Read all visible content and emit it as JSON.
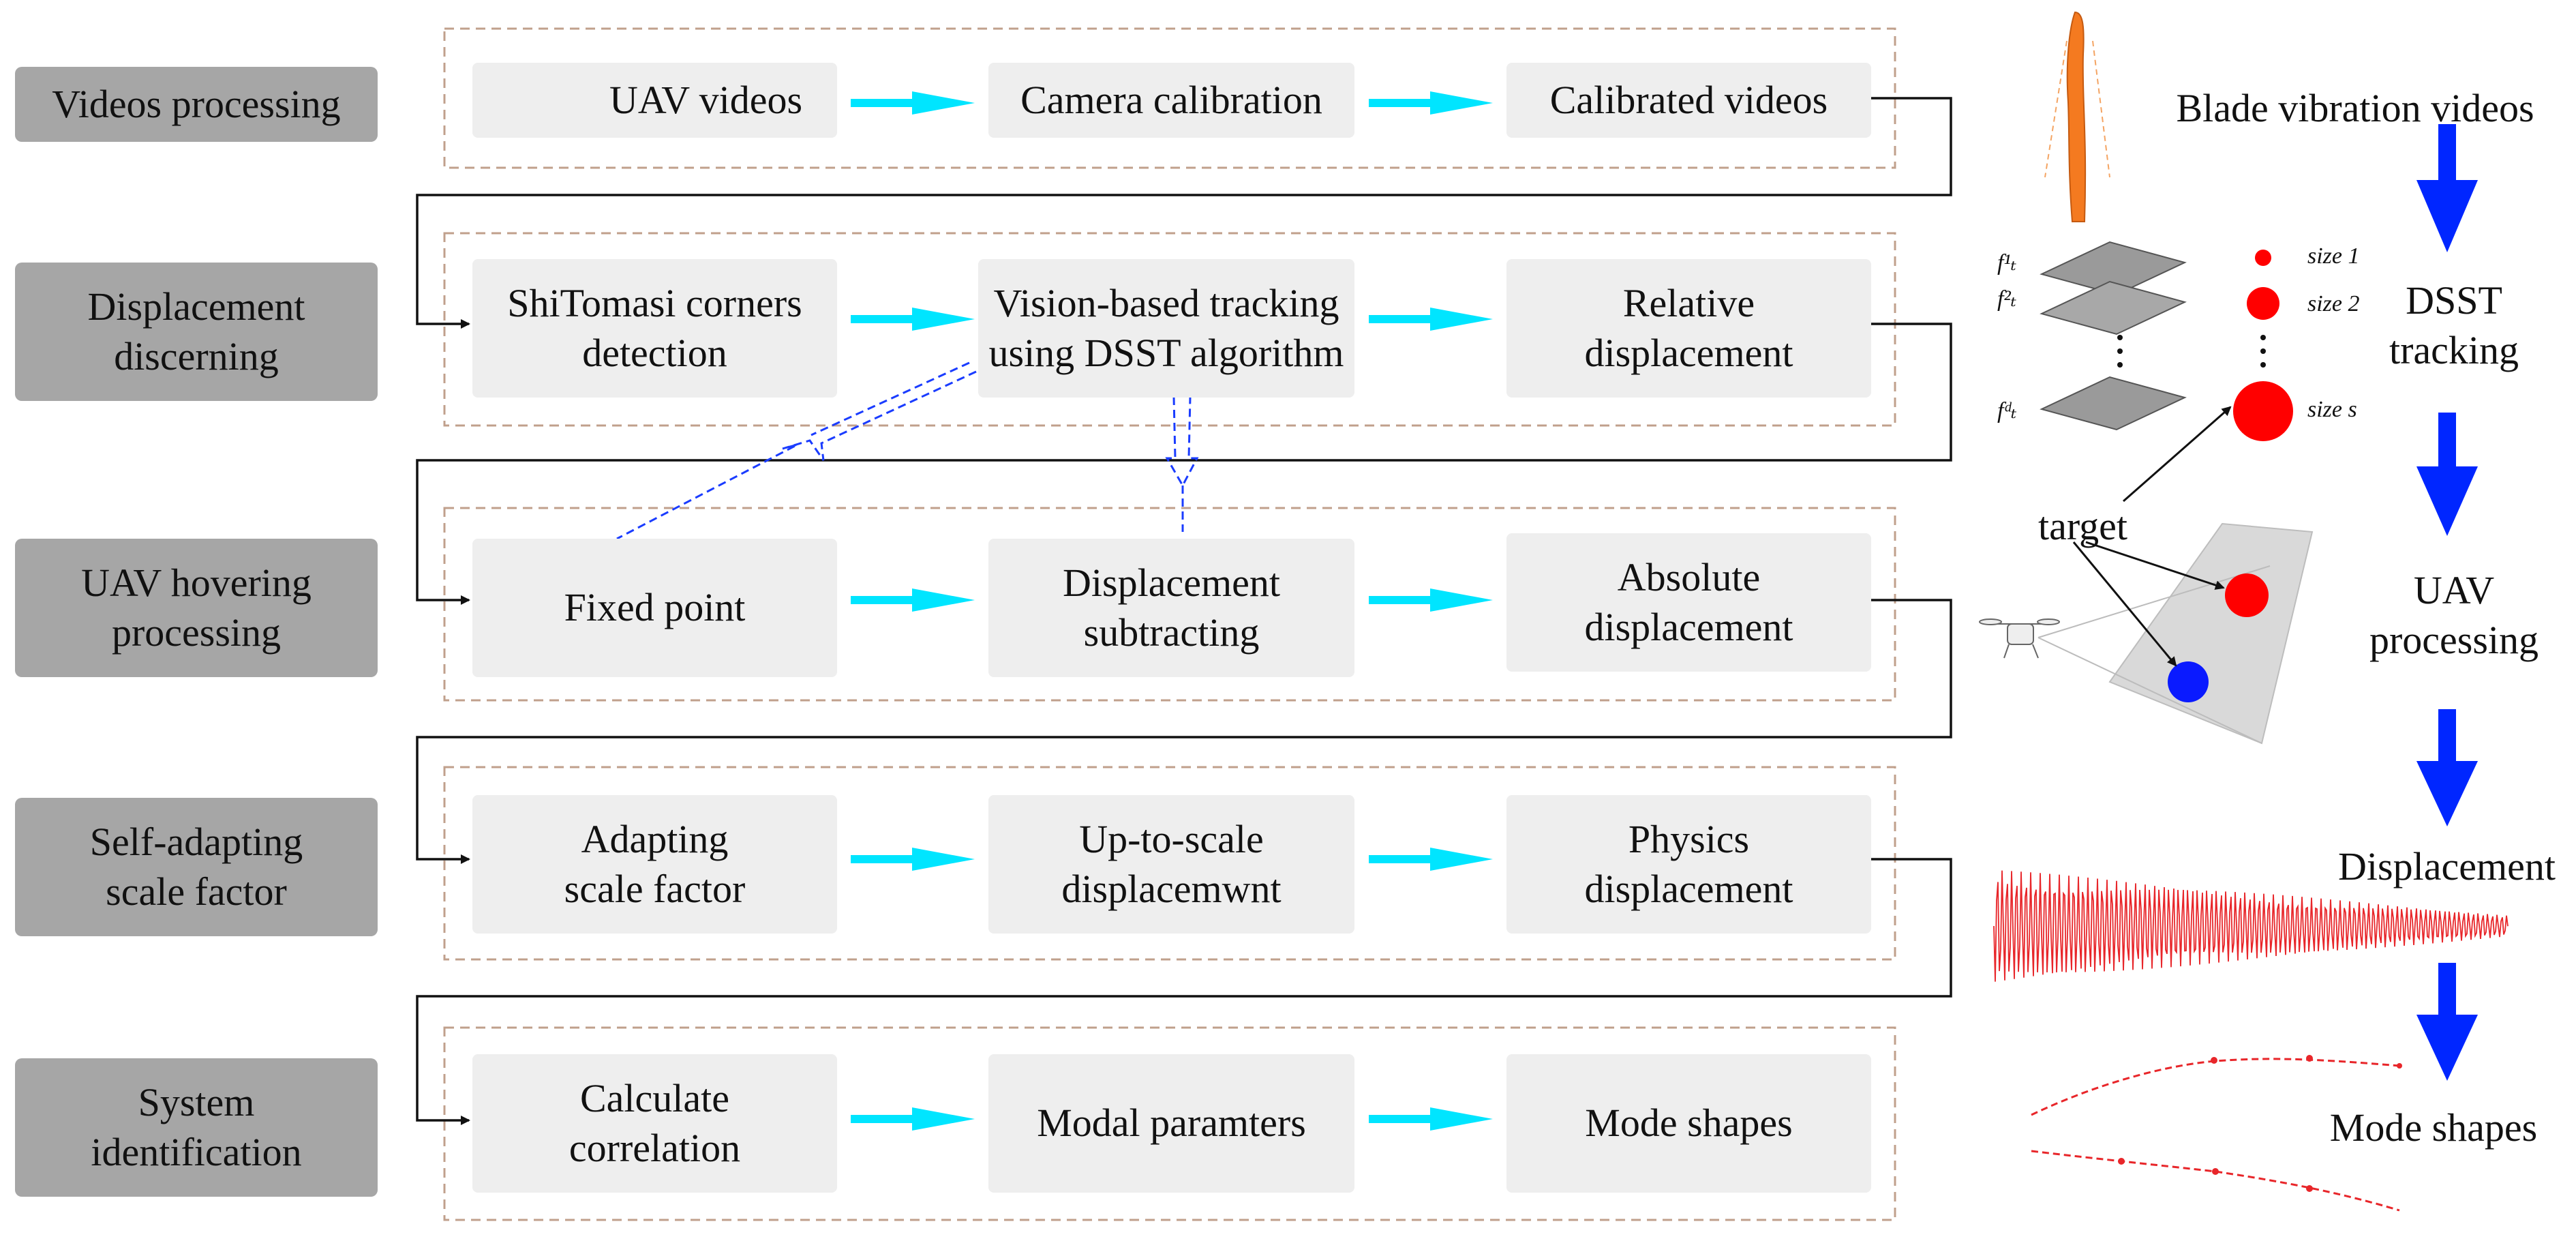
{
  "stages": [
    "Videos processing",
    "Displacement\ndiscerning",
    "UAV hovering\nprocessing",
    "Self-adapting\nscale factor",
    "System\nidentification"
  ],
  "nodes": {
    "uav_videos": "UAV videos",
    "camera_calibration": "Camera calibration",
    "calibrated_videos": "Calibrated videos",
    "shitomasi": "ShiTomasi corners\ndetection",
    "vision_tracking": "Vision-based tracking\nusing DSST algorithm",
    "relative_displacement": "Relative\ndisplacement",
    "fixed_point": "Fixed point",
    "displacement_subtracting": "Displacement\nsubtracting",
    "absolute_displacement": "Absolute\ndisplacement",
    "adapting_scale_factor": "Adapting\nscale factor",
    "up_to_scale": "Up-to-scale\ndisplacemwnt",
    "physics_displacement": "Physics\ndisplacement",
    "calculate_correlation": "Calculate\ncorrelation",
    "modal_parameters": "Modal paramters",
    "mode_shapes": "Mode shapes"
  },
  "side": {
    "blade_videos": "Blade vibration videos",
    "dsst_tracking": "DSST\ntracking",
    "uav_processing": "UAV\nprocessing",
    "displacement": "Displacement",
    "mode_shapes": "Mode shapes",
    "target": "target"
  },
  "dsst_labels": {
    "size1": "size 1",
    "size2": "size 2",
    "sizes": "size s",
    "f1": "f¹ₜ",
    "f2": "f²ₜ",
    "fd": "fᵈₜ"
  },
  "colors": {
    "stage_fill": "#a6a6a6",
    "node_fill": "#eeeeee",
    "group_border": "#c0a08c",
    "flow_arrow": "#00e5ff",
    "side_arrow": "#0026ff",
    "dashed_arrow": "#1a3cff",
    "signal": "#e8262a",
    "target_red": "#ff0000",
    "target_blue": "#0a1aff"
  },
  "icons": [
    "drone-icon",
    "blade-icon",
    "drone-small-icon"
  ]
}
